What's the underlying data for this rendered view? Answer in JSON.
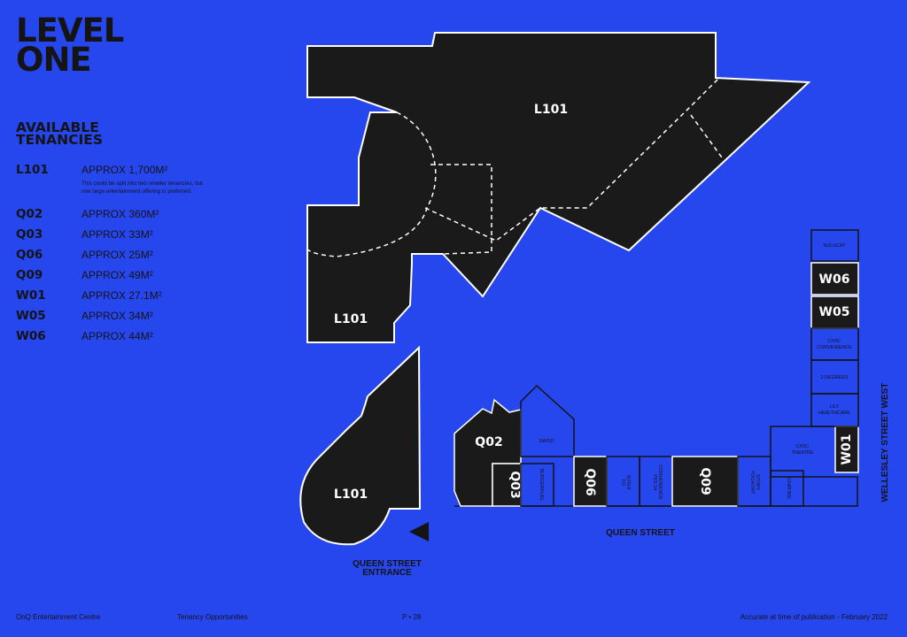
{
  "title": {
    "line1": "LEVEL",
    "line2": "ONE"
  },
  "tenancies": {
    "heading_line1": "AVAILABLE",
    "heading_line2": "TENANCIES",
    "items": [
      {
        "code": "L101",
        "area": "APPROX 1,700M²",
        "note": "This could be split into two smaller tenancies, but one large entertainment offering is preferred."
      },
      {
        "code": "Q02",
        "area": "APPROX 360M²"
      },
      {
        "code": "Q03",
        "area": "APPROX 33M²"
      },
      {
        "code": "Q06",
        "area": "APPROX 25M²"
      },
      {
        "code": "Q09",
        "area": "APPROX 49M²"
      },
      {
        "code": "W01",
        "area": "APPROX 27.1M²"
      },
      {
        "code": "W05",
        "area": "APPROX 34M²"
      },
      {
        "code": "W06",
        "area": "APPROX 44M²"
      }
    ]
  },
  "map": {
    "labels": {
      "l101_main": "L101",
      "l101_lower": "L101",
      "l101_entrance": "L101",
      "q02": "Q02",
      "q03": "Q03",
      "q06": "Q06",
      "q09": "Q09",
      "w01": "W01",
      "w05": "W05",
      "w06": "W06"
    },
    "shops": {
      "daiso": "DAISO",
      "burgerfuel": "BURGERFUEL",
      "yo_sushi_1": "YO",
      "yo_sushi_2": "SUSHI",
      "yes24_1": "YES 24",
      "yes24_2": "CONVENIENCE",
      "yoghurt_1": "YOGHURT",
      "yoghurt_2": "STORY",
      "chatime": "CHATIME",
      "civic_theatre_1": "CIVIC",
      "civic_theatre_2": "THEATRE",
      "nulucat": "NULUCAT",
      "civic_conv_1": "CIVIC",
      "civic_conv_2": "CONVENIENCE",
      "two_degrees": "2 DEGREES",
      "lily_1": "LILY",
      "lily_2": "HEALTHCARE"
    },
    "streets": {
      "queen": "QUEEN STREET",
      "entrance_1": "QUEEN STREET",
      "entrance_2": "ENTRANCE",
      "wellesley": "WELLESLEY STREET WEST"
    },
    "colors": {
      "background": "#2646ee",
      "tenancy_fill": "#1a1a1a",
      "outline": "#ffffff",
      "line": "#141414"
    }
  },
  "footer": {
    "left": "OnQ Entertainment Centre",
    "center_left": "Tenancy Opportunities",
    "page": "P • 28",
    "right": "Accurate at time of publication - February 2022"
  }
}
